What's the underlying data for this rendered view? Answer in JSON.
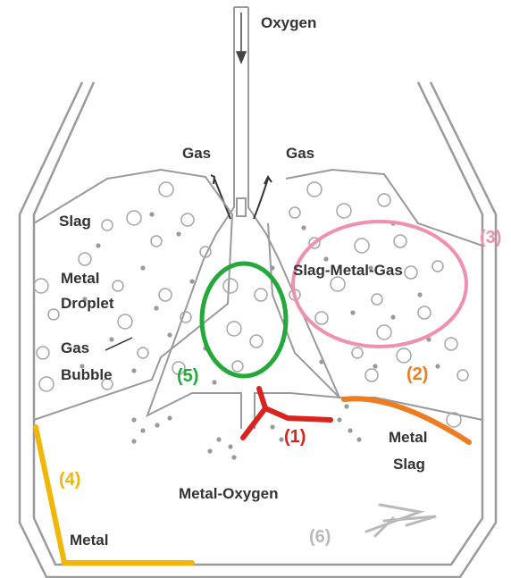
{
  "labels": {
    "oxygen": "Oxygen",
    "gas_left": "Gas",
    "gas_right": "Gas",
    "slag": "Slag",
    "metal_droplet_line1": "Metal",
    "metal_droplet_line2": "Droplet",
    "gas_bubble_line1": "Gas",
    "gas_bubble_line2": "Bubble",
    "slag_metal_gas": "Slag-Metal-Gas",
    "metal_slag_line1": "Metal",
    "metal_slag_line2": "Slag",
    "metal_oxygen": "Metal-Oxygen",
    "metal": "Metal"
  },
  "markers": {
    "m1": "(1)",
    "m2": "(2)",
    "m3": "(3)",
    "m4": "(4)",
    "m5": "(5)",
    "m6": "(6)"
  },
  "colors": {
    "outline": "#9a9a9a",
    "text": "#333333",
    "m1": "#d9231f",
    "m2": "#ee7d22",
    "m3": "#f08fb0",
    "m4": "#f2b705",
    "m5": "#22a93a",
    "m6": "#b9b9b9"
  }
}
